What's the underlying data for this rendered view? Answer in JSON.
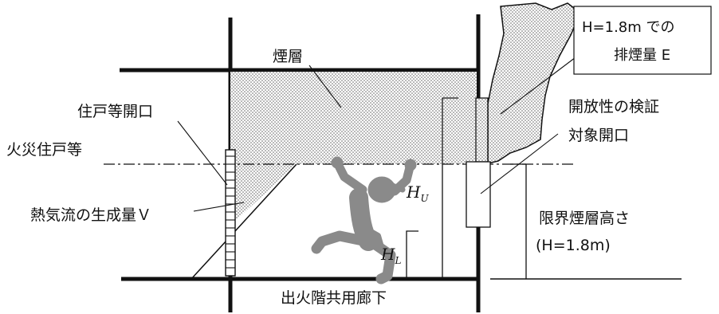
{
  "labels": {
    "smoke_layer": "煙層",
    "unit_opening": "住戸等開口",
    "fire_unit": "火災住戸等",
    "hot_air_volume": "熱気流の生成量Ｖ",
    "corridor": "出火階共用廊下",
    "exhaust_line1": "H=1.8m での",
    "exhaust_line2": "排煙量 E",
    "verify_line1": "開放性の検証",
    "verify_line2": "対象開口",
    "limit_line1": "限界煙層高さ",
    "limit_line2": "(H=1.8m)"
  },
  "math": {
    "hu_base": "H",
    "hu_sub": "U",
    "hl_base": "H",
    "hl_sub": "L"
  },
  "colors": {
    "line": "#111111",
    "smoke_dot": "#555555",
    "figure": "#8c8c8c"
  }
}
